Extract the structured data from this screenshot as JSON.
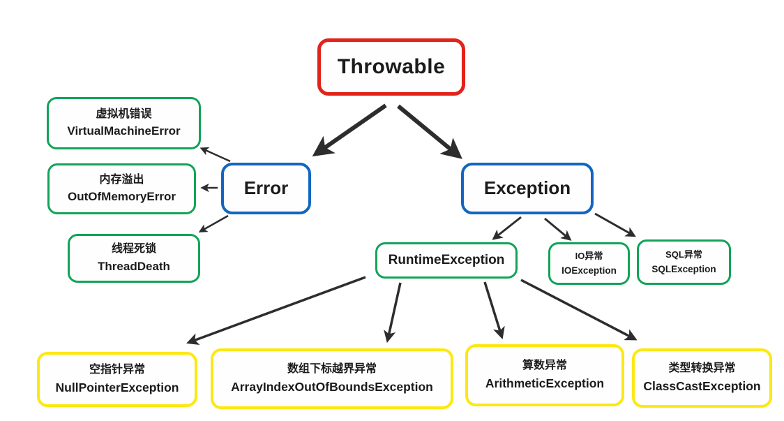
{
  "diagram_type": "java-throwable-exception-hierarchy",
  "colors": {
    "background": "#ffffff",
    "box-bg": "#fefefe",
    "text": "#1b1b1b",
    "arrow": "#2d2d2d",
    "root-border": "#e2231a",
    "branch-border": "#1266c2",
    "green-border": "#12a358",
    "yellow-border": "#fce813"
  },
  "nodes": {
    "throwable": {
      "label": "Throwable"
    },
    "error": {
      "label": "Error"
    },
    "exception": {
      "label": "Exception"
    },
    "virtual_machine_error": {
      "label_zh": "虚拟机错误",
      "label_en": "VirtualMachineError"
    },
    "out_of_memory_error": {
      "label_zh": "内存溢出",
      "label_en": "OutOfMemoryError"
    },
    "thread_death": {
      "label_zh": "线程死锁",
      "label_en": "ThreadDeath"
    },
    "runtime_exception": {
      "label": "RuntimeException"
    },
    "io_exception": {
      "label_zh": "IO异常",
      "label_en": "IOException"
    },
    "sql_exception": {
      "label_zh": "SQL异常",
      "label_en": "SQLException"
    },
    "null_pointer_exception": {
      "label_zh": "空指针异常",
      "label_en": "NullPointerException"
    },
    "array_index_out_of_bounds_exception": {
      "label_zh": "数组下标越界异常",
      "label_en": "ArrayIndexOutOfBoundsException"
    },
    "arithmetic_exception": {
      "label_zh": "算数异常",
      "label_en": "ArithmeticException"
    },
    "class_cast_exception": {
      "label_zh": "类型转换异常",
      "label_en": "ClassCastException"
    }
  },
  "edges": [
    {
      "from": "Throwable",
      "to": "Error"
    },
    {
      "from": "Throwable",
      "to": "Exception"
    },
    {
      "from": "Error",
      "to": "VirtualMachineError"
    },
    {
      "from": "Error",
      "to": "OutOfMemoryError"
    },
    {
      "from": "Error",
      "to": "ThreadDeath"
    },
    {
      "from": "Exception",
      "to": "RuntimeException"
    },
    {
      "from": "Exception",
      "to": "IOException"
    },
    {
      "from": "Exception",
      "to": "SQLException"
    },
    {
      "from": "RuntimeException",
      "to": "NullPointerException"
    },
    {
      "from": "RuntimeException",
      "to": "ArrayIndexOutOfBoundsException"
    },
    {
      "from": "RuntimeException",
      "to": "ArithmeticException"
    },
    {
      "from": "RuntimeException",
      "to": "ClassCastException"
    }
  ]
}
